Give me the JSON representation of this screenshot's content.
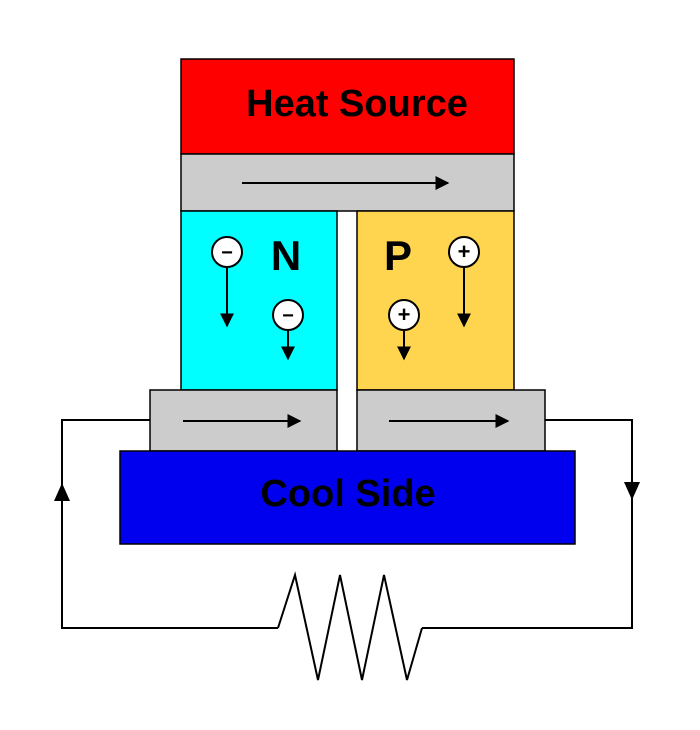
{
  "diagram": {
    "heat_source": {
      "label": "Heat Source",
      "color": "#ff0000"
    },
    "cool_side": {
      "label": "Cool Side",
      "color": "#0000ee"
    },
    "n_type": {
      "label": "N",
      "color": "#00ffff",
      "carrier_sign": "−"
    },
    "p_type": {
      "label": "P",
      "color": "#ffd54f",
      "carrier_sign": "+"
    },
    "conductor_color": "#cccccc",
    "wire_color": "#000000"
  }
}
